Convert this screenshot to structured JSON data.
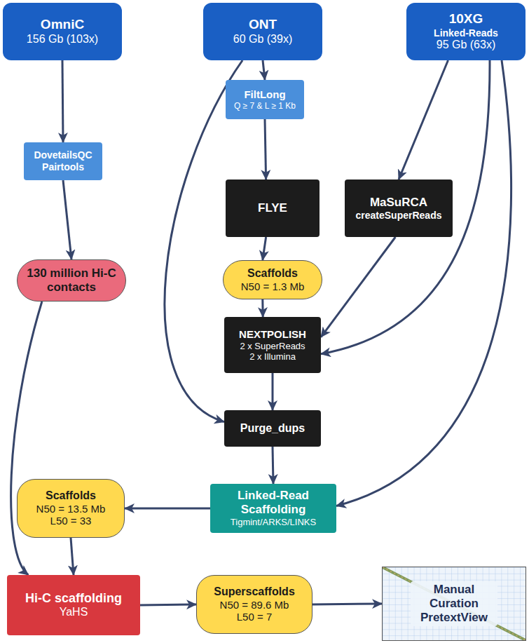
{
  "diagram": {
    "nodes": [
      {
        "text": [
          "OmniC",
          "156 Gb (103x)"
        ]
      },
      {
        "text": [
          "ONT",
          "60 Gb (39x)"
        ]
      },
      {
        "text": [
          "10XG",
          "Linked-Reads",
          "95 Gb (63x)"
        ]
      },
      {
        "text": [
          "DovetailsQC",
          "Pairtools"
        ]
      },
      {
        "text": [
          "FiltLong",
          "Q ≥ 7 & L ≥ 1 Kb"
        ]
      },
      {
        "text": [
          "FLYE"
        ]
      },
      {
        "text": [
          "MaSuRCA",
          "createSuperReads"
        ]
      },
      {
        "text": [
          "130 million Hi-C contacts"
        ]
      },
      {
        "text": [
          "Scaffolds",
          "N50 = 1.3 Mb"
        ]
      },
      {
        "text": [
          "NEXTPOLISH",
          "2 x SuperReads",
          "2 x Illumina"
        ]
      },
      {
        "text": [
          "Purge_dups"
        ]
      },
      {
        "text": [
          "Linked-Read Scaffolding",
          "Tigmint/ARKS/LINKS"
        ]
      },
      {
        "text": [
          "Scaffolds",
          "N50 = 13.5 Mb",
          "L50 = 33"
        ]
      },
      {
        "text": [
          "Hi-C scaffolding",
          "YaHS"
        ]
      },
      {
        "text": [
          "Superscaffolds",
          "N50 = 89.6 Mb",
          "L50 = 7"
        ]
      },
      {
        "text": [
          "Manual Curation PretextView"
        ]
      }
    ],
    "edges": [
      {
        "from": 0,
        "to": 3,
        "arrow": "to"
      },
      {
        "from": 3,
        "to": 7,
        "arrow": "to"
      },
      {
        "from": 7,
        "to": 13,
        "arrow": "to"
      },
      {
        "from": 1,
        "to": 4,
        "arrow": "to"
      },
      {
        "from": 4,
        "to": 5,
        "arrow": "to"
      },
      {
        "from": 5,
        "to": 8,
        "arrow": "to"
      },
      {
        "from": 8,
        "to": 9,
        "arrow": "to"
      },
      {
        "from": 1,
        "to": 10,
        "arrow": "to"
      },
      {
        "from": 2,
        "to": 6,
        "arrow": "to"
      },
      {
        "from": 6,
        "to": 9,
        "arrow": "to"
      },
      {
        "from": 2,
        "to": 9,
        "arrow": "to"
      },
      {
        "from": 9,
        "to": 10,
        "arrow": "to"
      },
      {
        "from": 10,
        "to": 11,
        "arrow": "to"
      },
      {
        "from": 2,
        "to": 11,
        "arrow": "to"
      },
      {
        "from": 11,
        "to": 12,
        "arrow": "to"
      },
      {
        "from": 12,
        "to": 13,
        "arrow": "to"
      },
      {
        "from": 13,
        "to": 14,
        "arrow": "to"
      },
      {
        "from": 14,
        "to": 15,
        "arrow": "to"
      }
    ]
  }
}
